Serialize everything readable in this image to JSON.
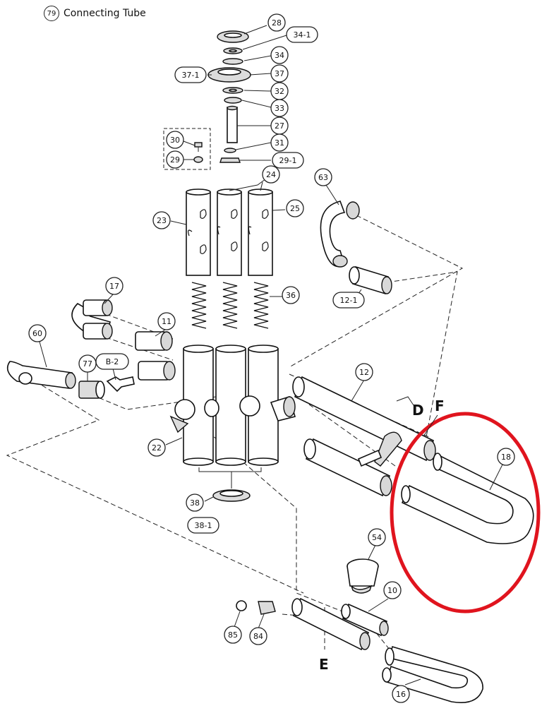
{
  "header": {
    "part_number": "79",
    "title": "Connecting Tube"
  },
  "callouts": {
    "c28": "28",
    "c34_1": "34-1",
    "c34": "34",
    "c37_1": "37-1",
    "c37": "37",
    "c32": "32",
    "c33": "33",
    "c27": "27",
    "c30": "30",
    "c31": "31",
    "c29": "29",
    "c29_1": "29-1",
    "c24": "24",
    "c23": "23",
    "c25": "25",
    "c63": "63",
    "c12_1": "12-1",
    "c17": "17",
    "c36": "36",
    "c11": "11",
    "c60": "60",
    "c77": "77",
    "cB2": "B-2",
    "c12": "12",
    "c22": "22",
    "c18": "18",
    "c38": "38",
    "c38_1": "38-1",
    "c54": "54",
    "c10": "10",
    "c85": "85",
    "c84": "84",
    "c16": "16"
  },
  "letters": {
    "D": "D",
    "F": "F",
    "E": "E"
  },
  "colors": {
    "ink": "#111111",
    "highlight": "#e0141e"
  }
}
